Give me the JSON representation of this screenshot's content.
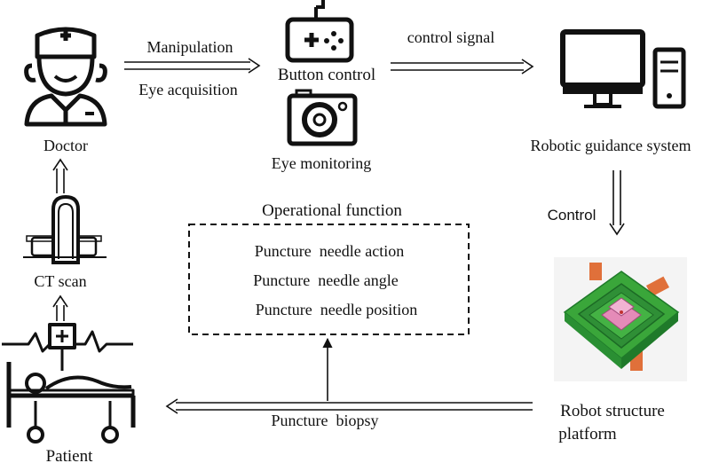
{
  "nodes": {
    "doctor": "Doctor",
    "ct_scan": "CT scan",
    "patient": "Patient",
    "button_control": "Button control",
    "eye_monitoring": "Eye monitoring",
    "robotic_guidance": "Robotic guidance system",
    "robot_platform_line1": "Robot structure",
    "robot_platform_line2": "platform"
  },
  "edges": {
    "manipulation": "Manipulation",
    "eye_acquisition": "Eye acquisition",
    "control_signal": "control signal",
    "control": "Control",
    "puncture_biopsy": "Puncture  biopsy"
  },
  "operational": {
    "title": "Operational function",
    "items": [
      "Puncture  needle action",
      "Puncture  needle angle",
      "Puncture  needle position"
    ]
  },
  "colors": {
    "line": "#111111",
    "platform_green": "#3aa63a",
    "platform_dark_green": "#1f7a2a",
    "platform_orange": "#e0703a",
    "platform_pink": "#e58bb8"
  }
}
